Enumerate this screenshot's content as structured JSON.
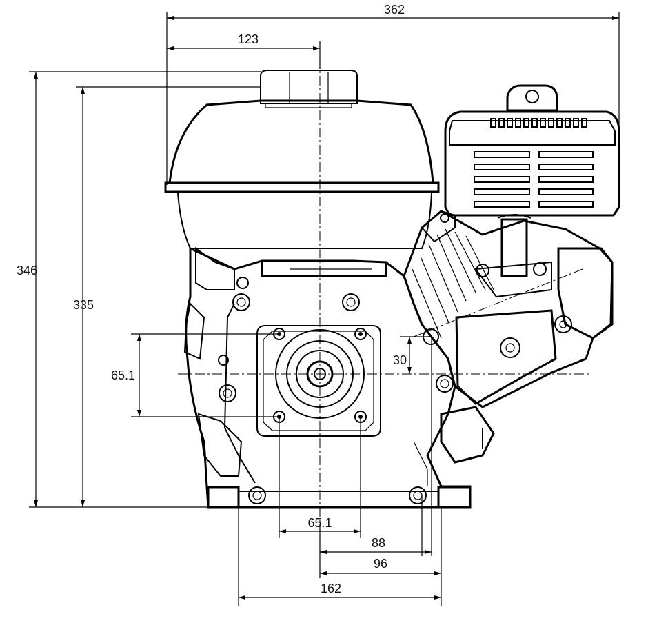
{
  "dimensions": {
    "overall_width": "362",
    "shaft_offset_left": "123",
    "overall_height": "346",
    "tank_height": "335",
    "mount_bolt_vertical": "65.1",
    "shaft_vertical_offset": "30",
    "mount_bolt_horizontal": "65.1",
    "base_to_hole_88": "88",
    "base_to_hole_96": "96",
    "base_width": "162"
  }
}
